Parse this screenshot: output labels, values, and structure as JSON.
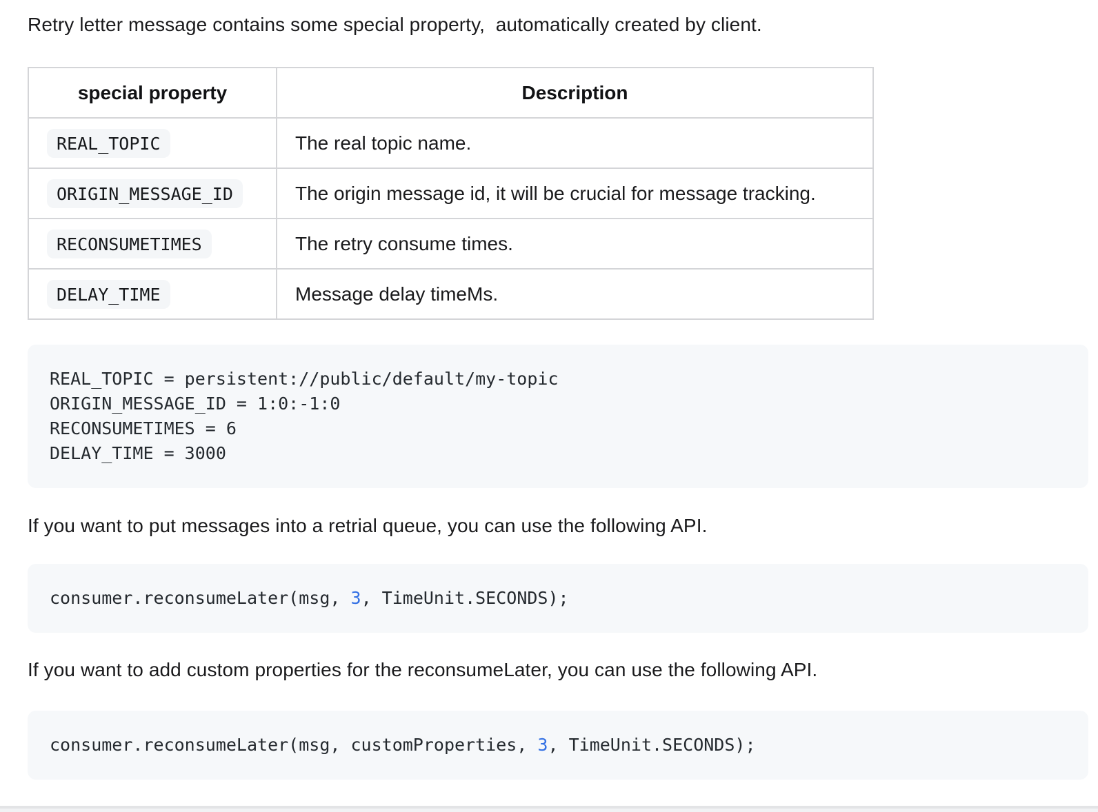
{
  "intro": "Retry letter message contains some special property,  automatically created by client.",
  "table": {
    "headers": [
      "special property",
      "Description"
    ],
    "rows": [
      {
        "property": "REAL_TOPIC",
        "description": "The real topic name."
      },
      {
        "property": "ORIGIN_MESSAGE_ID",
        "description": "The origin message id, it will be crucial for message tracking."
      },
      {
        "property": "RECONSUMETIMES",
        "description": "The retry consume times."
      },
      {
        "property": "DELAY_TIME",
        "description": "Message delay timeMs."
      }
    ]
  },
  "code_properties": {
    "lines": [
      "REAL_TOPIC = persistent://public/default/my-topic",
      "ORIGIN_MESSAGE_ID = 1:0:-1:0",
      "RECONSUMETIMES = 6",
      "DELAY_TIME = 3000"
    ]
  },
  "para_retrial": "If you want to put messages into a retrial queue, you can use the following API.",
  "code_reconsume": {
    "prefix": "consumer.reconsumeLater(msg, ",
    "number": "3",
    "suffix": ", TimeUnit.SECONDS);"
  },
  "para_custom": "If you want to add custom properties for the reconsumeLater, you can use the following API.",
  "code_reconsume_custom": {
    "prefix": "consumer.reconsumeLater(msg, customProperties, ",
    "number": "3",
    "suffix": ", TimeUnit.SECONDS);"
  },
  "colors": {
    "number_literal_blue": "#3370e4",
    "code_block_background": "#f6f8fa",
    "inline_code_background": "#f4f6f8",
    "table_border": "#d4d5d8",
    "body_text": "#1a1a1c",
    "bottom_bar_dark": "#e3e4e6",
    "bottom_bar_light": "#f1f2f4"
  }
}
